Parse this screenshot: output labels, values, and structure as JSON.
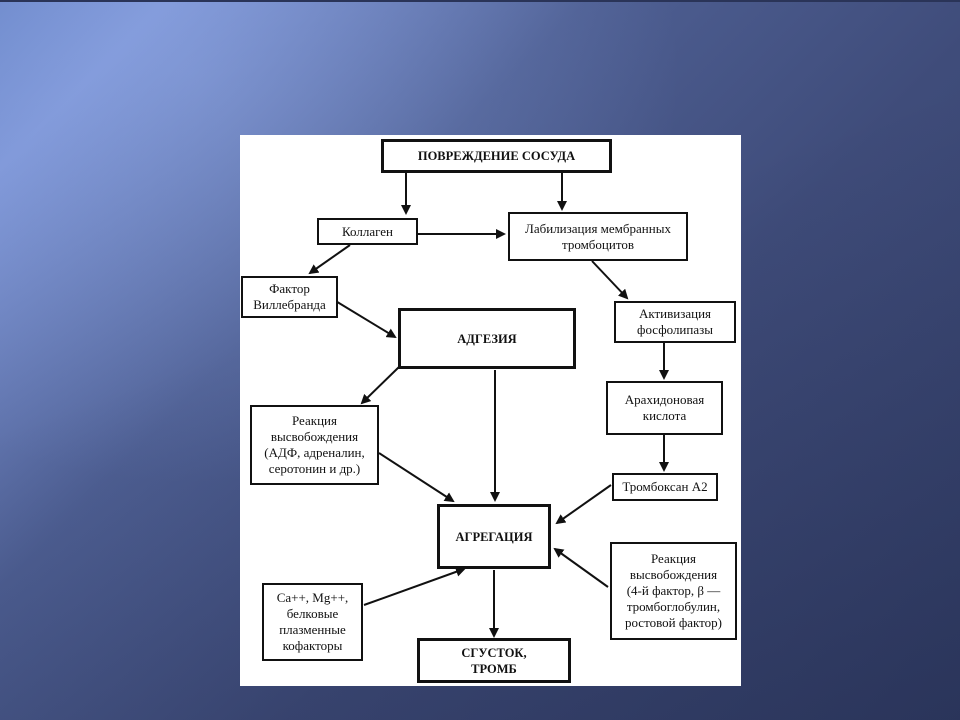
{
  "diagram": {
    "nodes": {
      "damage": "ПОВРЕЖДЕНИЕ СОСУДА",
      "collagen": "Коллаген",
      "labilization": "Лабилизация мембранных\nтромбоцитов",
      "willebrand": "Фактор\nВиллебранда",
      "adhesion": "АДГЕЗИЯ",
      "phospholipase": "Активизация\nфосфолипазы",
      "arachidonic": "Арахидоновая\nкислота",
      "release_left": "Реакция\nвысвобождения\n(АДФ, адреналин,\nсеротонин и др.)",
      "thromboxane": "Тромбоксан А2",
      "aggregation": "АГРЕГАЦИЯ",
      "release_right": "Реакция\nвысвобождения\n(4-й фактор, β —\nтромбоглобулин,\nростовой фактор)",
      "cofactors": "Са++, Мg++,\nбелковые\nплазменные\nкофакторы",
      "clot": "СГУСТОК,\nТРОМБ"
    }
  }
}
